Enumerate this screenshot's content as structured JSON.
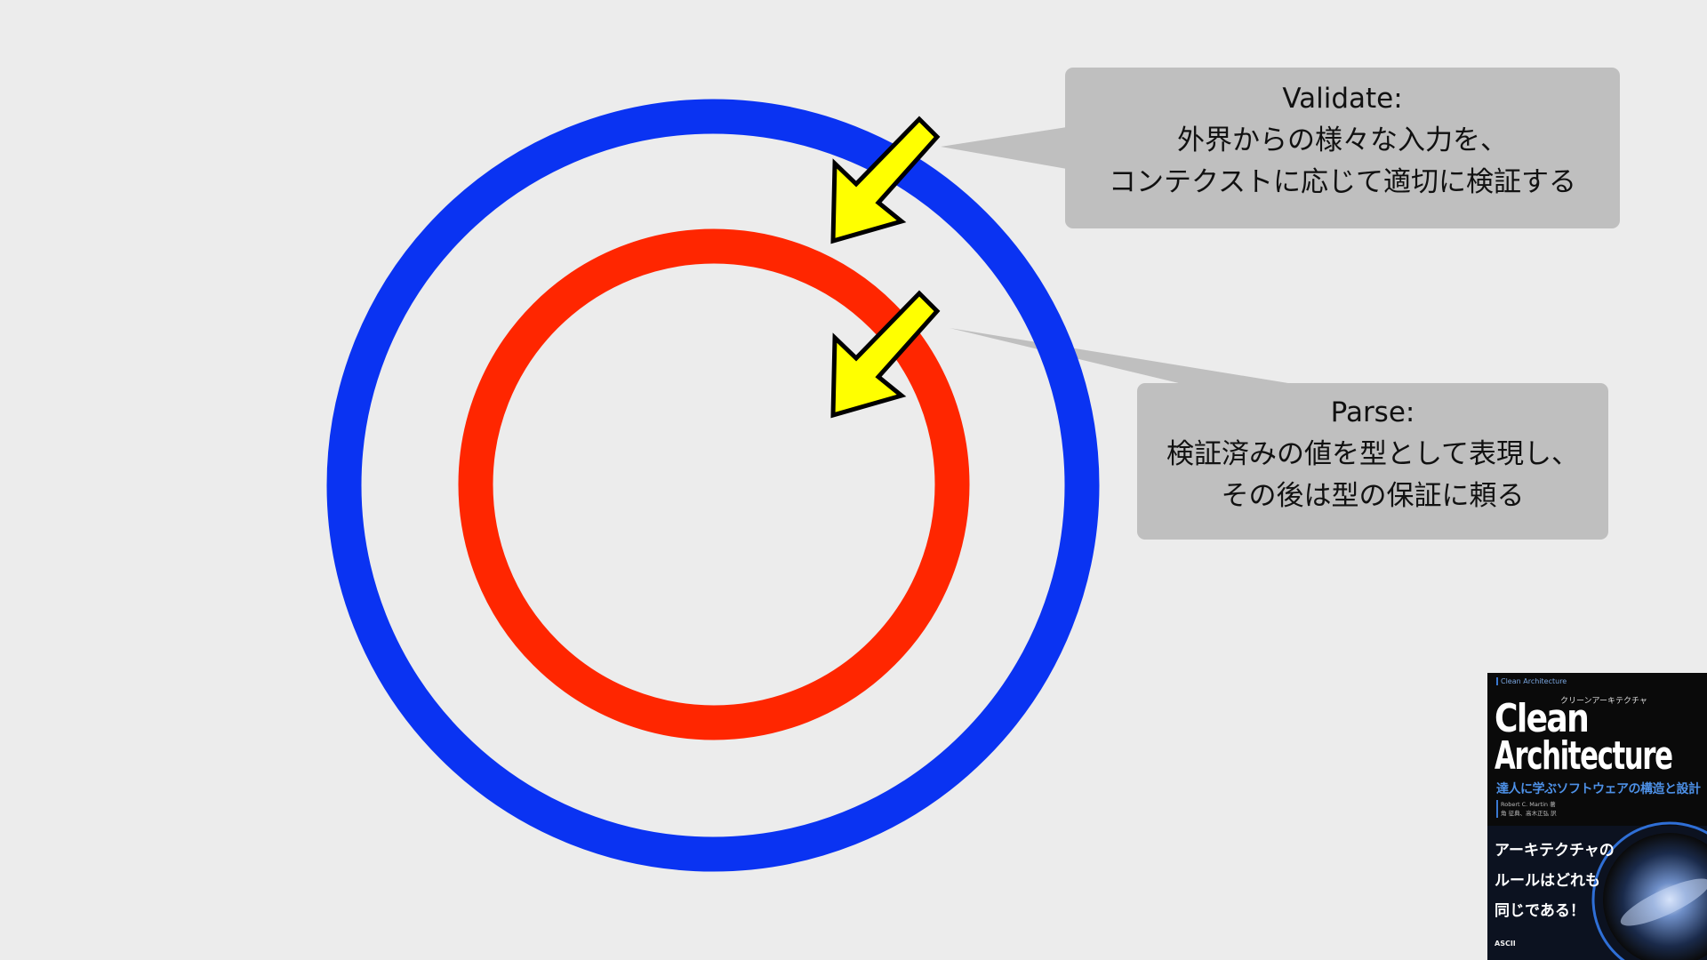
{
  "diagram": {
    "outer_ring": {
      "name": "Validate",
      "color": "#0a33f2"
    },
    "inner_ring": {
      "name": "Parse",
      "color": "#ff2600"
    },
    "arrow_color": "#ffff00"
  },
  "callouts": {
    "validate": {
      "text": "Validate:\n外界からの様々な入力を、\nコンテクストに応じて適切に検証する"
    },
    "parse": {
      "text": "Parse:\n検証済みの値を型として表現し、\nその後は型の保証に頼る"
    }
  },
  "book": {
    "series": "Clean Architecture",
    "katakana_title": "クリーンアーキテクチャ",
    "title_line1": "Clean",
    "title_line2": "Architecture",
    "subtitle": "達人に学ぶソフトウェアの構造と設計",
    "author": "Robert C. Martin 著",
    "translators": "角 征典、高木正弘 訳",
    "tagline": "アーキテクチャの\nルールはどれも\n同じである！",
    "publisher": "ASCII"
  }
}
